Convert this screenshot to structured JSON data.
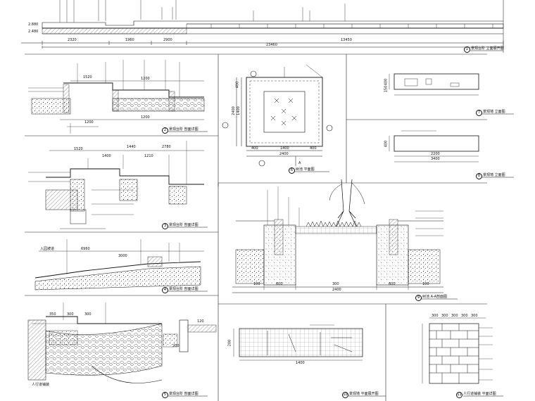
{
  "sheet": {
    "ink": "#111111",
    "paper": "#ffffff",
    "hatch": "#222222"
  },
  "top_elevation": {
    "levels": [
      "2.880",
      "2.480"
    ],
    "dims": [
      "2320",
      "1960",
      "2900",
      "13450",
      "23460"
    ],
    "title_num": "1",
    "title": "景观台阶   立面展开图"
  },
  "section_2": {
    "dims": [
      "1520",
      "1200",
      "1200",
      "1200"
    ],
    "title_num": "2",
    "title": "景观台阶   剖面详图"
  },
  "section_3": {
    "dims": [
      "1520",
      "1400",
      "1210",
      "1440",
      "2780"
    ],
    "title_num": "3",
    "title": "景观台阶   剖面详图"
  },
  "section_4": {
    "dims": [
      "6960",
      "3000"
    ],
    "label": "入园坡道",
    "title_num": "4",
    "title": "景观台阶   剖面详图"
  },
  "section_5": {
    "dims": [
      "350",
      "300",
      "300",
      "200",
      "120"
    ],
    "label": "人行道铺装",
    "title_num": "5",
    "title": "景观台阶   剖面详图"
  },
  "tree_pool_plan": {
    "dims_h": [
      "400",
      "1400",
      "400",
      "2400"
    ],
    "dims_v": [
      "2400",
      "1400",
      "400"
    ],
    "marker": "A",
    "title_num": "6",
    "title": "树池   平面图"
  },
  "sign_elev_1": {
    "dims": [
      "400",
      "150"
    ],
    "title_num": "7",
    "title": "景观墙   立面图"
  },
  "sign_elev_2": {
    "dims": [
      "3400",
      "2200",
      "400"
    ],
    "title_num": "8",
    "title": "景观墙   立面图"
  },
  "tree_pool_section": {
    "dims": [
      "100",
      "600",
      "300",
      "600",
      "100",
      "2400"
    ],
    "title_num": "9",
    "title": "树池   A-A剖面图"
  },
  "sign_panel": {
    "dims": [
      "1400",
      "200"
    ],
    "title_num": "10",
    "title": "景观墙   平面展开图"
  },
  "paving": {
    "dims": [
      "300",
      "300",
      "300",
      "300",
      "300"
    ],
    "title_num": "11",
    "title": "人行道铺装   平面详图"
  }
}
